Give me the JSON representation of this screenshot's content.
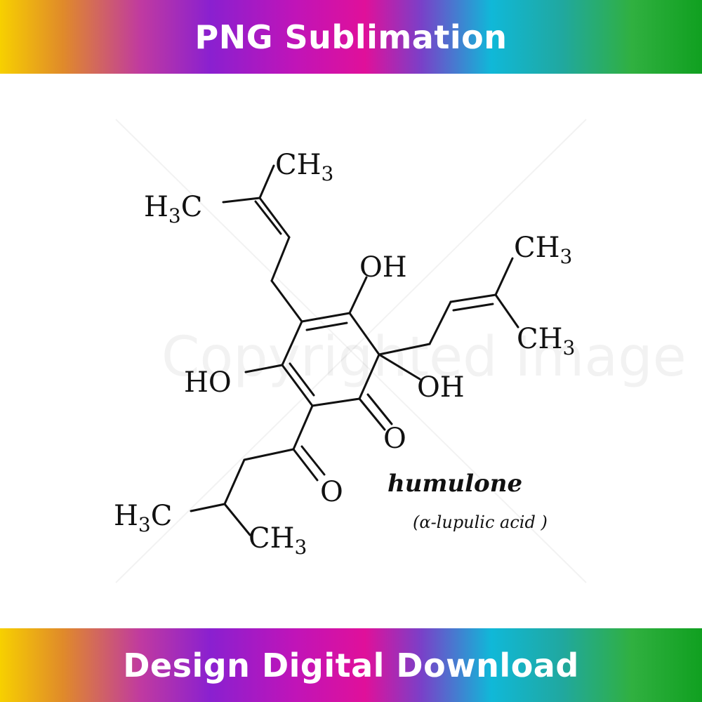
{
  "header": {
    "text": "PNG Sublimation"
  },
  "footer": {
    "text": "Design Digital Download"
  },
  "molecule": {
    "name": "humulone",
    "alt_name": "(α-lupulic acid )",
    "watermark": "Copyrighted Image",
    "labels": {
      "ch3_top": "CH",
      "ch3_top_sub": "3",
      "h3c_top": "H",
      "h3c_top_sub": "3",
      "h3c_top_c": "C",
      "oh_top": "OH",
      "ch3_right_top": "CH",
      "ch3_right_top_sub": "3",
      "ch3_right_bot": "CH",
      "ch3_right_bot_sub": "3",
      "ho_left": "HO",
      "oh_right": "OH",
      "o_ketone_ring": "O",
      "o_ketone_side": "O",
      "h3c_bottom": "H",
      "h3c_bottom_sub": "3",
      "h3c_bottom_c": "C",
      "ch3_bottom": "CH",
      "ch3_bottom_sub": "3"
    }
  }
}
